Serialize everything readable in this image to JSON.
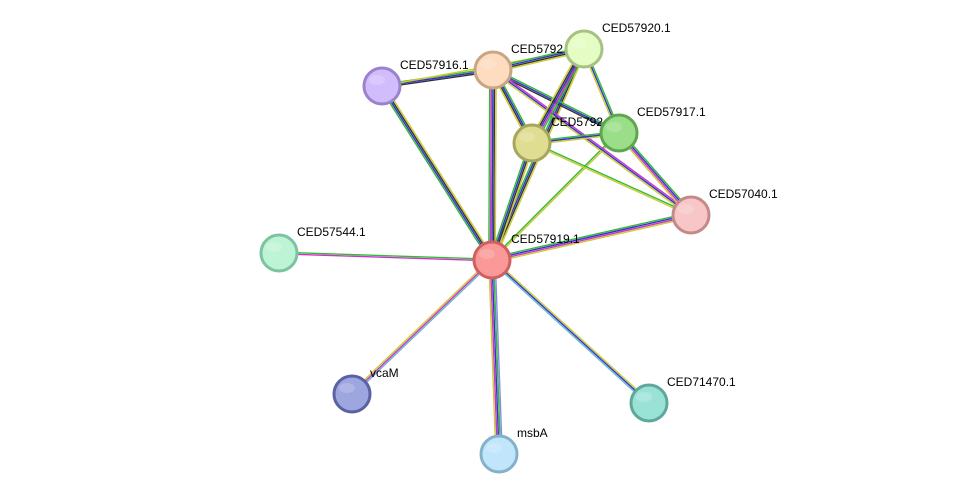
{
  "nodes": [
    {
      "id": "CED57919.1",
      "label": "CED57919.1",
      "fill": "#fb9898",
      "stroke": "#d06060"
    },
    {
      "id": "CED57916.1",
      "label": "CED57916.1",
      "fill": "#d2bdfc",
      "stroke": "#9a82cc"
    },
    {
      "id": "CED57921",
      "label": "CED5792",
      "fill": "#fddcc0",
      "stroke": "#c9a583"
    },
    {
      "id": "CED57920.1",
      "label": "CED57920.1",
      "fill": "#e5fdc4",
      "stroke": "#a6c283"
    },
    {
      "id": "CED57922",
      "label": "CED5792",
      "fill": "#dedd92",
      "stroke": "#a8a65c"
    },
    {
      "id": "CED57917.1",
      "label": "CED57917.1",
      "fill": "#9ade8a",
      "stroke": "#5fa650"
    },
    {
      "id": "CED57040.1",
      "label": "CED57040.1",
      "fill": "#f8c6c6",
      "stroke": "#c48a8a"
    },
    {
      "id": "CED57544.1",
      "label": "CED57544.1",
      "fill": "#bdf4d6",
      "stroke": "#7cc39f"
    },
    {
      "id": "vcaM",
      "label": "vcaM",
      "fill": "#9ea6e0",
      "stroke": "#5a62a4"
    },
    {
      "id": "msbA",
      "label": "msbA",
      "fill": "#c1e6fb",
      "stroke": "#86b1ca"
    },
    {
      "id": "CED71470.1",
      "label": "CED71470.1",
      "fill": "#9be2d6",
      "stroke": "#5ea89b"
    }
  ],
  "edges": [
    {
      "source": "CED57919.1",
      "target": "CED57916.1",
      "colors": [
        "#33bb33",
        "#3333cc",
        "#333333",
        "#cccc33"
      ]
    },
    {
      "source": "CED57919.1",
      "target": "CED57921",
      "colors": [
        "#33bb33",
        "#cc33cc",
        "#3333cc",
        "#333333",
        "#cccc33"
      ]
    },
    {
      "source": "CED57919.1",
      "target": "CED57920.1",
      "colors": [
        "#33bb33",
        "#3333cc",
        "#333333",
        "#cccc33"
      ]
    },
    {
      "source": "CED57919.1",
      "target": "CED57922",
      "colors": [
        "#33bb33",
        "#3333cc",
        "#333333",
        "#cccc33"
      ]
    },
    {
      "source": "CED57919.1",
      "target": "CED57917.1",
      "colors": [
        "#33bb33",
        "#cccc33"
      ]
    },
    {
      "source": "CED57919.1",
      "target": "CED57040.1",
      "colors": [
        "#33bb33",
        "#3333cc",
        "#cc33cc",
        "#cccc33"
      ]
    },
    {
      "source": "CED57919.1",
      "target": "CED57544.1",
      "colors": [
        "#cc33cc",
        "#33bb33"
      ]
    },
    {
      "source": "CED57919.1",
      "target": "vcaM",
      "colors": [
        "#66bbcc",
        "#cc33cc",
        "#cccc33"
      ]
    },
    {
      "source": "CED57919.1",
      "target": "msbA",
      "colors": [
        "#8888ee",
        "#33bb33",
        "#3333cc",
        "#cc33cc",
        "#cccc33"
      ]
    },
    {
      "source": "CED57919.1",
      "target": "CED71470.1",
      "colors": [
        "#cccc33",
        "#3333cc",
        "#66bbcc"
      ]
    },
    {
      "source": "CED57916.1",
      "target": "CED57921",
      "colors": [
        "#33bb33",
        "#3333cc",
        "#333333"
      ]
    },
    {
      "source": "CED57916.1",
      "target": "CED57920.1",
      "colors": [
        "#cccc33"
      ]
    },
    {
      "source": "CED57921",
      "target": "CED57920.1",
      "colors": [
        "#33bb33",
        "#3333cc",
        "#333333",
        "#cccc33"
      ]
    },
    {
      "source": "CED57921",
      "target": "CED57922",
      "colors": [
        "#33bb33",
        "#3333cc",
        "#333333",
        "#cccc33"
      ]
    },
    {
      "source": "CED57921",
      "target": "CED57917.1",
      "colors": [
        "#33bb33",
        "#3333cc",
        "#333333"
      ]
    },
    {
      "source": "CED57921",
      "target": "CED57040.1",
      "colors": [
        "#cc33cc",
        "#3333cc",
        "#cccc33"
      ]
    },
    {
      "source": "CED57920.1",
      "target": "CED57922",
      "colors": [
        "#33bb33",
        "#cc33cc",
        "#3333cc",
        "#333333",
        "#cccc33"
      ]
    },
    {
      "source": "CED57920.1",
      "target": "CED57917.1",
      "colors": [
        "#33bb33",
        "#3333cc",
        "#cccc33"
      ]
    },
    {
      "source": "CED57922",
      "target": "CED57917.1",
      "colors": [
        "#33bb33",
        "#3333cc",
        "#cccc33"
      ]
    },
    {
      "source": "CED57922",
      "target": "CED57040.1",
      "colors": [
        "#33bb33",
        "#cccc33"
      ]
    },
    {
      "source": "CED57917.1",
      "target": "CED57040.1",
      "colors": [
        "#33bb33",
        "#3333cc",
        "#cc33cc",
        "#cccc33"
      ]
    }
  ]
}
